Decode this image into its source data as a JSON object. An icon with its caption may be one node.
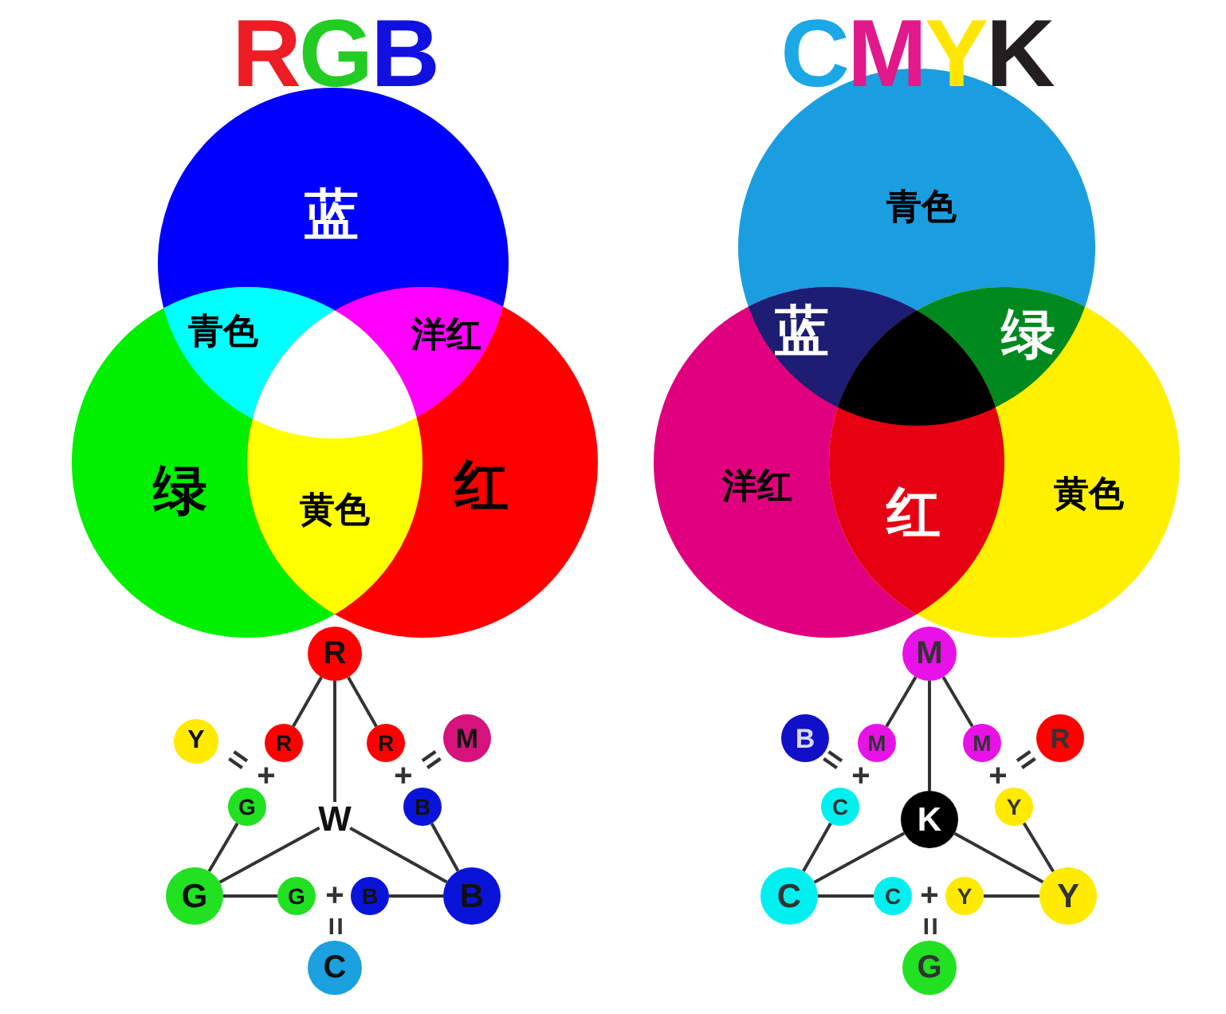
{
  "diagram": {
    "nodes": [
      {
        "text": [
          "R"
        ]
      },
      {
        "text": [
          "Y"
        ]
      },
      {
        "text": [
          "R"
        ]
      },
      {
        "text": [
          "R"
        ]
      },
      {
        "text": [
          "M"
        ]
      },
      {
        "text": [
          "G"
        ]
      },
      {
        "text": [
          "W"
        ]
      },
      {
        "text": [
          "B"
        ]
      },
      {
        "text": [
          "G"
        ]
      },
      {
        "text": [
          "G"
        ]
      },
      {
        "text": [
          "B"
        ]
      },
      {
        "text": [
          "B"
        ]
      },
      {
        "text": [
          "C"
        ]
      },
      {
        "text": [
          "M"
        ]
      },
      {
        "text": [
          "B"
        ]
      },
      {
        "text": [
          "M"
        ]
      },
      {
        "text": [
          "M"
        ]
      },
      {
        "text": [
          "R"
        ]
      },
      {
        "text": [
          "C"
        ]
      },
      {
        "text": [
          "K"
        ]
      },
      {
        "text": [
          "Y"
        ]
      },
      {
        "text": [
          "C"
        ]
      },
      {
        "text": [
          "C"
        ]
      },
      {
        "text": [
          "Y"
        ]
      },
      {
        "text": [
          "Y"
        ]
      },
      {
        "text": [
          "G"
        ]
      }
    ],
    "edges": [
      {
        "from": 0,
        "to": 2,
        "arrow": "none"
      },
      {
        "from": 0,
        "to": 3,
        "arrow": "none"
      },
      {
        "from": 0,
        "to": 6,
        "arrow": "none"
      },
      {
        "from": 5,
        "to": 8,
        "arrow": "none"
      },
      {
        "from": 7,
        "to": 11,
        "arrow": "none"
      },
      {
        "from": 8,
        "to": 6,
        "arrow": "none"
      },
      {
        "from": 11,
        "to": 6,
        "arrow": "none"
      },
      {
        "from": 8,
        "to": 9,
        "arrow": "none"
      },
      {
        "from": 10,
        "to": 11,
        "arrow": "none"
      },
      {
        "from": 13,
        "to": 15,
        "arrow": "none"
      },
      {
        "from": 13,
        "to": 16,
        "arrow": "none"
      },
      {
        "from": 13,
        "to": 19,
        "arrow": "none"
      },
      {
        "from": 18,
        "to": 21,
        "arrow": "none"
      },
      {
        "from": 20,
        "to": 24,
        "arrow": "none"
      },
      {
        "from": 21,
        "to": 19,
        "arrow": "none"
      },
      {
        "from": 24,
        "to": 19,
        "arrow": "none"
      },
      {
        "from": 21,
        "to": 22,
        "arrow": "none"
      },
      {
        "from": 23,
        "to": 24,
        "arrow": "none"
      }
    ],
    "labels": [
      "RGB",
      "CMYK",
      "蓝",
      "青色",
      "洋红",
      "绿",
      "黄色",
      "红",
      "青色",
      "蓝",
      "绿",
      "洋红",
      "红",
      "黄色",
      "=",
      "+",
      "+",
      "=",
      "+",
      "=",
      "=",
      "+",
      "+",
      "=",
      "+",
      "="
    ]
  }
}
